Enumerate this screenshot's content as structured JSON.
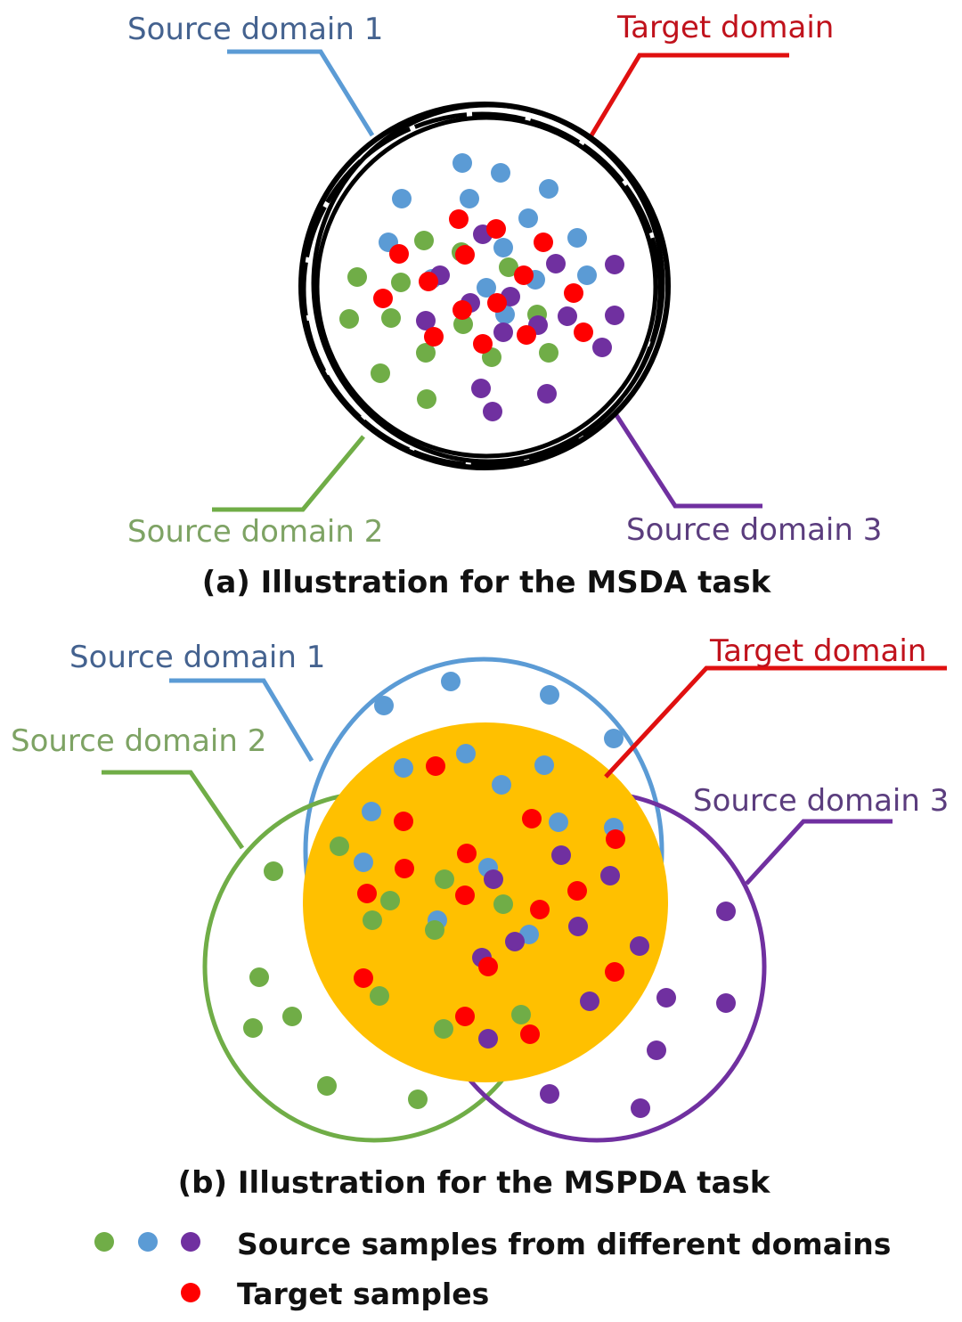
{
  "colors": {
    "source1": "#5b9bd5",
    "source2": "#70ad47",
    "source3": "#7030a0",
    "target": "#ff0000",
    "target_region": "#ffc000",
    "msda_circle": "#000000",
    "label_source1": "#44628f",
    "label_source2": "#7ea364",
    "label_source3": "#5b3d7e",
    "label_target": "#c0121c"
  },
  "panel_a": {
    "labels": {
      "source1": "Source domain 1",
      "target": "Target domain",
      "source2": "Source domain 2",
      "source3": "Source domain 3"
    },
    "caption": "(a) Illustration for the MSDA task"
  },
  "panel_b": {
    "labels": {
      "source1": "Source domain 1",
      "source2": "Source domain 2",
      "target": "Target domain",
      "source3": "Source domain 3"
    },
    "caption": "(b) Illustration for the MSPDA task"
  },
  "legend": {
    "source_label": "Source samples from different domains",
    "target_label": "Target samples"
  }
}
